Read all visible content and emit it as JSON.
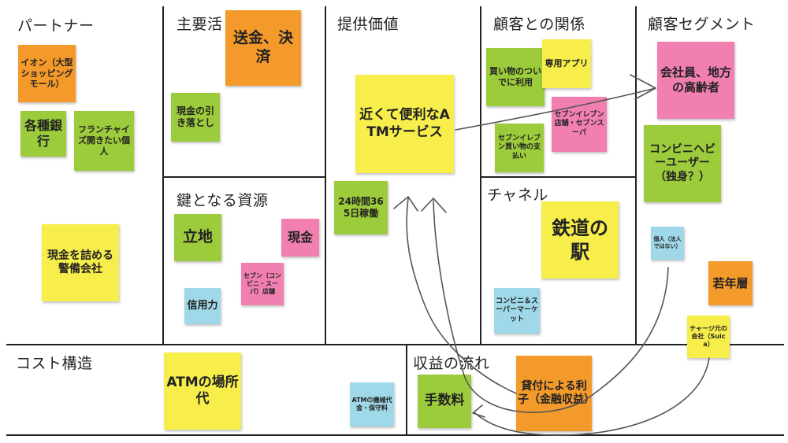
{
  "sections": {
    "partners": "パートナー",
    "key_activities": "主要活",
    "value_prop": "提供価値",
    "customer_rel": "顧客との関係",
    "segments": "顧客セグメント",
    "key_resources": "鍵となる資源",
    "channels": "チャネル",
    "cost": "コスト構造",
    "revenue": "収益の流れ"
  },
  "notes": {
    "aeon": "イオン（大型ショッピングモール）",
    "banks": "各種銀行",
    "franchise": "フランチャイズ開きたい個人",
    "security": "現金を詰める警備会社",
    "remit": "送金、決済",
    "withdraw": "現金の引き落とし",
    "location": "立地",
    "cash": "現金",
    "credit": "信用力",
    "seven_stores": "セブン（コンビニ・スーパ）店舗",
    "convenient_atm": "近くて便利なATMサービス",
    "hours": "24時間365日稼働",
    "shopping": "買い物のついでに利用",
    "app": "専用アプリ",
    "seven_pay": "セブンイレブン店舗・セブンスーパ",
    "seven_buy": "セブンイレブン買い物の支払い",
    "station": "鉄道の駅",
    "conveni_super": "コンビニ＆スーパーマーケット",
    "workers": "会社員、地方の高齢者",
    "heavy_users": "コンビニヘビーユーザー（独身？）",
    "individual": "個人（法人ではない）",
    "young": "若年層",
    "charge": "チャージ元の会社（Suica）",
    "atm_site": "ATMの場所代",
    "atm_cost": "ATMの機械代金・保守料",
    "fees": "手数料",
    "interest": "貸付による利子（金融収益）"
  },
  "colors": {
    "orange": "#f39a2b",
    "green": "#9ccb3b",
    "yellow": "#f7ee4b",
    "pink": "#f17fb0",
    "blue": "#9fd8e8",
    "lines": "#222222",
    "pen": "#555555"
  }
}
